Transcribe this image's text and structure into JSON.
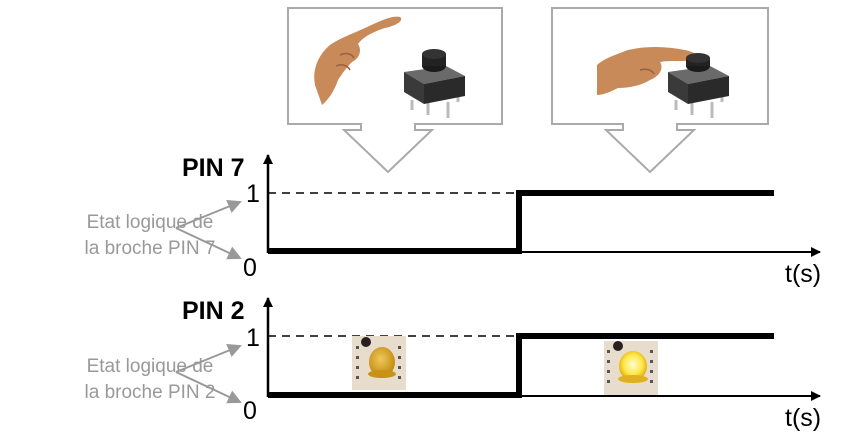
{
  "diagram": {
    "colors": {
      "signal": "#000000",
      "annotation": "#999999",
      "callout_border": "#aaaaaa",
      "led_off": "#d9a520",
      "led_on": "#ffe84a",
      "breadboard": "#e8dccd",
      "button_body": "#3a3a3a",
      "skin": "#c98a5a"
    },
    "callouts": [
      {
        "name": "button-released",
        "caption": "",
        "hand_pressing": false
      },
      {
        "name": "button-pressed",
        "caption": "",
        "hand_pressing": true
      }
    ],
    "timelines": [
      {
        "title": "PIN 7",
        "level_high_label": "1",
        "level_low_label": "0",
        "axis_label": "t(s)",
        "annotation_line1": "Etat logique de",
        "annotation_line2": "la broche PIN 7",
        "states": [
          0,
          1
        ],
        "led_images": []
      },
      {
        "title": "PIN 2",
        "level_high_label": "1",
        "level_low_label": "0",
        "axis_label": "t(s)",
        "annotation_line1": "Etat logique de",
        "annotation_line2": "la broche PIN 2",
        "states": [
          0,
          1
        ],
        "led_images": [
          "led-off",
          "led-on"
        ]
      }
    ]
  }
}
